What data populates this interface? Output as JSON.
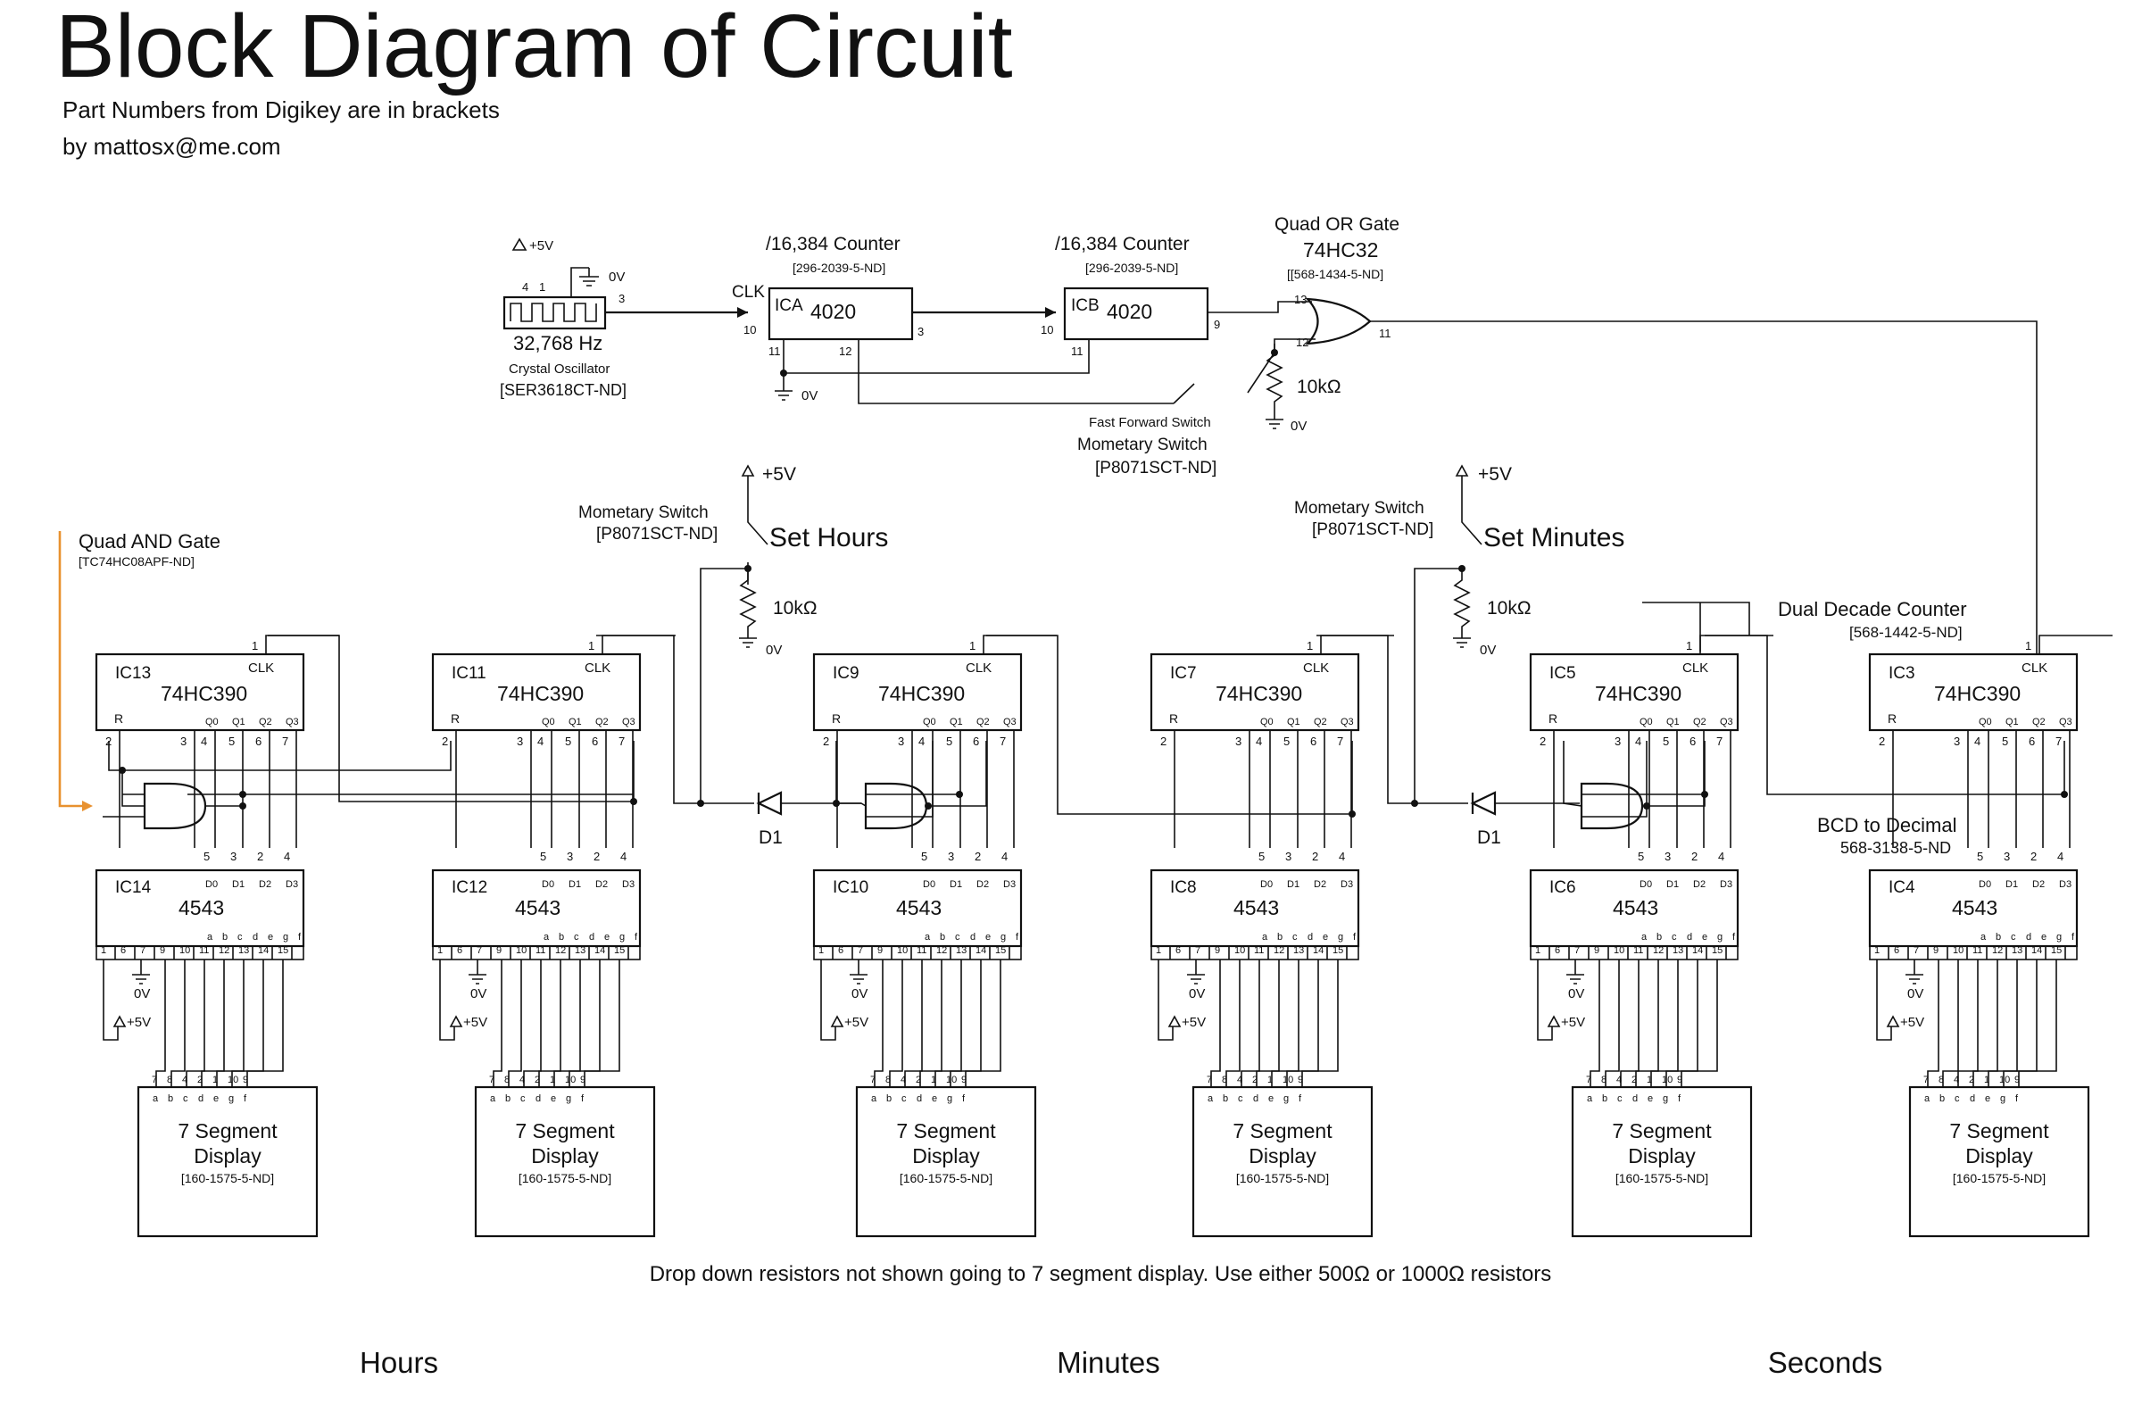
{
  "header": {
    "title": "Block Diagram of Circuit",
    "subtitle": "Part Numbers from Digikey are in brackets",
    "author": "by mattosx@me.com"
  },
  "oscillator": {
    "freq": "32,768 Hz",
    "name": "Crystal Oscillator",
    "part": "[SER3618CT-ND]",
    "supply": "+5V",
    "ground": "0V",
    "pins": [
      "4",
      "1",
      "3"
    ]
  },
  "counters": [
    {
      "id": "ICA",
      "chip": "4020",
      "title": "/16,384 Counter",
      "part": "[296-2039-5-ND]",
      "clk": "CLK",
      "pin_in": "10",
      "pin_out": "3",
      "pin_11": "11",
      "pin_12": "12"
    },
    {
      "id": "ICB",
      "chip": "4020",
      "title": "/16,384 Counter",
      "part": "[296-2039-5-ND]",
      "pin_in": "10",
      "pin_out": "9",
      "pin_11": "11"
    }
  ],
  "or_gate": {
    "title": "Quad OR Gate",
    "chip": "74HC32",
    "part": "[[568-1434-5-ND]",
    "pins": [
      "13",
      "12",
      "11"
    ],
    "resistor": "10kΩ",
    "ground": "0V"
  },
  "ff_switch": {
    "label1": "Fast Forward Switch",
    "label2": "Mometary Switch",
    "part": "[P8071SCT-ND]"
  },
  "set_hours": {
    "title": "Set Hours",
    "switch": "Mometary Switch",
    "part": "[P8071SCT-ND]",
    "supply": "+5V",
    "resistor": "10kΩ",
    "ground": "0V"
  },
  "set_minutes": {
    "title": "Set Minutes",
    "switch": "Mometary Switch",
    "part": "[P8071SCT-ND]",
    "supply": "+5V",
    "resistor": "10kΩ",
    "ground": "0V"
  },
  "and_gate": {
    "title": "Quad AND Gate",
    "part": "[TC74HC08APF-ND]"
  },
  "decade_counter": {
    "title": "Dual Decade Counter",
    "part": "[568-1442-5-ND]"
  },
  "bcd_decoder": {
    "title": "BCD to Decimal",
    "part": "568-3138-5-ND"
  },
  "diodes": [
    "D1",
    "D1"
  ],
  "columns": [
    {
      "counter": "IC13",
      "decoder": "IC14"
    },
    {
      "counter": "IC11",
      "decoder": "IC12"
    },
    {
      "counter": "IC9",
      "decoder": "IC10"
    },
    {
      "counter": "IC7",
      "decoder": "IC8"
    },
    {
      "counter": "IC5",
      "decoder": "IC6"
    },
    {
      "counter": "IC3",
      "decoder": "IC4"
    }
  ],
  "common": {
    "counter_chip": "74HC390",
    "decoder_chip": "4543",
    "clk": "CLK",
    "reset": "R",
    "clk_pin": "1",
    "q_labels": [
      "Q0",
      "Q1",
      "Q2",
      "Q3"
    ],
    "counter_pins": [
      "2",
      "3",
      "4",
      "5",
      "6",
      "7"
    ],
    "decoder_in_pins": [
      "5",
      "3",
      "2",
      "4"
    ],
    "d_labels": [
      "D0",
      "D1",
      "D2",
      "D3"
    ],
    "seg_letters": [
      "a",
      "b",
      "c",
      "d",
      "e",
      "g",
      "f"
    ],
    "decoder_out_pins": [
      "1",
      "6",
      "7",
      "9",
      "10",
      "11",
      "12",
      "13",
      "14",
      "15"
    ],
    "display_pins": [
      "7",
      "8",
      "4",
      "2",
      "1",
      "10",
      "9"
    ],
    "display_line1": "7 Segment",
    "display_line2": "Display",
    "display_part": "[160-1575-5-ND]",
    "supply": "+5V",
    "ground": "0V"
  },
  "footnote": "Drop down resistors not shown going to 7 segment display. Use either 500Ω or 1000Ω resistors",
  "sections": [
    "Hours",
    "Minutes",
    "Seconds"
  ]
}
